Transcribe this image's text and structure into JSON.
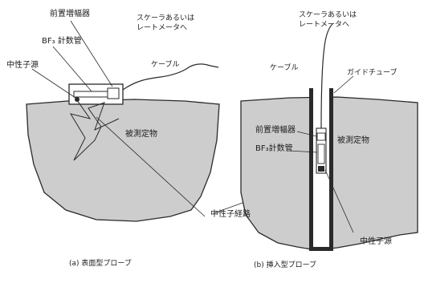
{
  "left_panel": {
    "preamp_label": "前置増幅器",
    "detector_label": "BF₃ 計数管",
    "source_label": "中性子源",
    "cable_label": "ケーブル",
    "to_counter_label_line1": "スケーラあるいは",
    "to_counter_label_line2": "レートメータへ",
    "medium_label": "被測定物",
    "caption": "(a) 表面型プローブ"
  },
  "right_panel": {
    "to_counter_label_line1": "スケーラあるいは",
    "to_counter_label_line2": "レートメータへ",
    "cable_label": "ケーブル",
    "guide_tube_label": "ガイドチューブ",
    "preamp_label": "前置増幅器",
    "detector_label": "BF₃計数管",
    "medium_label": "被測定物",
    "source_label": "中性子源",
    "caption": "(b) 挿入型プローブ"
  },
  "shared": {
    "neutron_path_label": "中性子経路"
  },
  "colors": {
    "medium_fill": "#cdcdcd",
    "line": "#2a2a2a",
    "background": "#ffffff"
  }
}
